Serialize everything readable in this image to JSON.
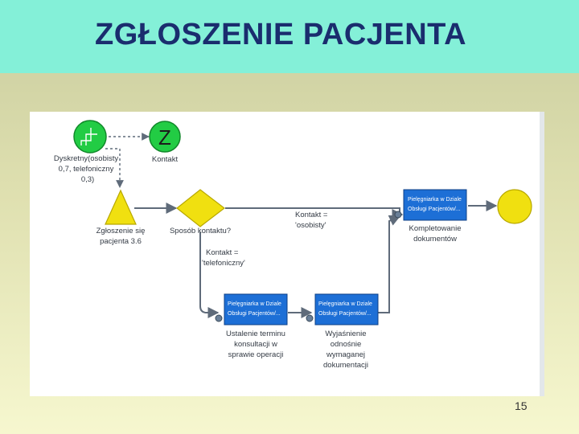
{
  "slide": {
    "title": "ZGŁOSZENIE PACJENTA",
    "page_number": "15"
  },
  "diagram": {
    "start_event": {
      "label_lines": [
        "Dyskretny(osobisty",
        "0,7, telefoniczny",
        "0,3)"
      ]
    },
    "end_event_z": {
      "symbol": "Z",
      "label": "Kontakt"
    },
    "trigger": {
      "label_lines": [
        "Zgłoszenie się",
        "pacjenta 3.6"
      ]
    },
    "decision": {
      "label": "Sposób kontaktu?"
    },
    "branch_personal": {
      "label_lines": [
        "Kontakt =",
        "'osobisty'"
      ]
    },
    "branch_phone": {
      "label_lines": [
        "Kontakt =",
        "'telefoniczny'"
      ]
    },
    "task_documents": {
      "header_lines": [
        "Pielęgniarka w Dziale",
        "Obsługi Pacjentów/..."
      ],
      "label_lines": [
        "Kompletowanie",
        "dokumentów"
      ]
    },
    "task_consultation": {
      "header_lines": [
        "Pielęgniarka w Dziale",
        "Obsługi Pacjentów/..."
      ],
      "label_lines": [
        "Ustalenie terminu",
        "konsultacji w",
        "sprawie operacji"
      ]
    },
    "task_explanation": {
      "header_lines": [
        "Pielęgniarka w Dziale",
        "Obsługi Pacjentów/..."
      ],
      "label_lines": [
        "Wyjaśnienie",
        "odnośnie",
        "wymaganej",
        "dokumentacji"
      ]
    },
    "colors": {
      "start": "#22cc44",
      "trigger": "#f0e010",
      "decision": "#f0e010",
      "end": "#f0e010",
      "task": "#1d6fd6",
      "flow": "#5f6b7a"
    }
  }
}
